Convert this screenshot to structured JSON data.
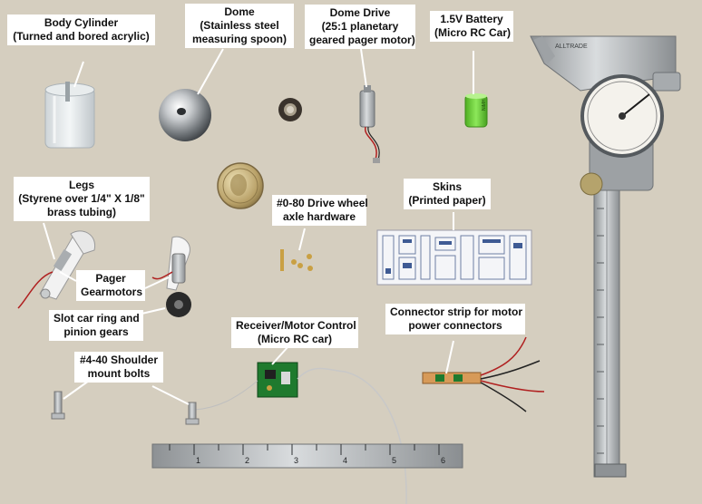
{
  "labels": {
    "body_cylinder": {
      "line1": "Body Cylinder",
      "line2": "(Turned and bored acrylic)"
    },
    "dome": {
      "line1": "Dome",
      "line2": "(Stainless steel",
      "line3": "measuring spoon)"
    },
    "dome_drive": {
      "line1": "Dome Drive",
      "line2": "(25:1 planetary",
      "line3": "geared pager motor)"
    },
    "battery": {
      "line1": "1.5V Battery",
      "line2": "(Micro RC Car)"
    },
    "legs": {
      "line1": "Legs",
      "line2": "(Styrene over 1/4\" X 1/8\"",
      "line3": "brass tubing)"
    },
    "drive_wheel": {
      "line1": "#0-80 Drive wheel",
      "line2": "axle hardware"
    },
    "skins": {
      "line1": "Skins",
      "line2": "(Printed paper)"
    },
    "pager_gearmotors": {
      "line1": "Pager",
      "line2": "Gearmotors"
    },
    "slot_car": {
      "line1": "Slot car ring and",
      "line2": "pinion gears"
    },
    "receiver": {
      "line1": "Receiver/Motor Control",
      "line2": "(Micro RC car)"
    },
    "connector_strip": {
      "line1": "Connector strip for motor",
      "line2": "power connectors"
    },
    "shoulder_bolts": {
      "line1": "#4-40 Shoulder",
      "line2": "mount bolts"
    }
  },
  "caliper_brand": "ALLTRADE",
  "ruler_numbers": [
    "1",
    "2",
    "3",
    "4",
    "5",
    "6"
  ],
  "colors": {
    "background": "#d7d0c2",
    "label_bg": "#ffffff",
    "steel": "#b9bcbf",
    "battery_green": "#6fd13a",
    "pcb_green": "#1f7a2e"
  }
}
